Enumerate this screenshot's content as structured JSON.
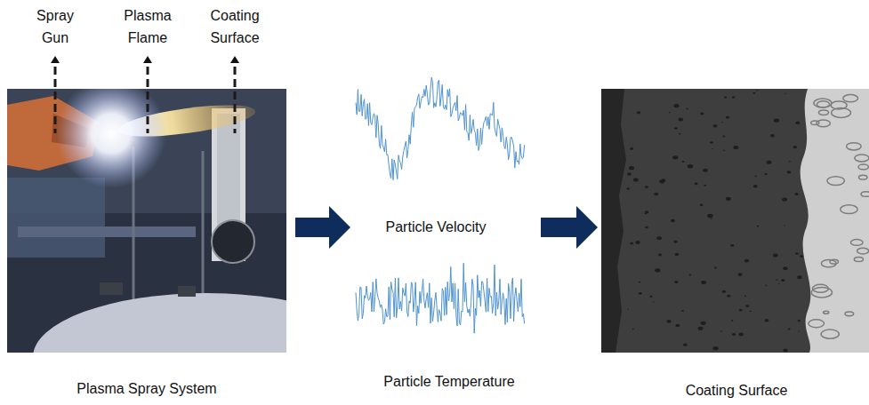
{
  "diagram": {
    "nodes": [
      {
        "text": [
          "Plasma Spray System"
        ]
      },
      {
        "text": [
          "Particle Velocity",
          "Particle Temperature"
        ]
      },
      {
        "text": [
          "Coating Surface"
        ]
      }
    ],
    "edges": [
      {
        "from": 0,
        "to": 1,
        "arrow": "to"
      },
      {
        "from": 1,
        "to": 2,
        "arrow": "to"
      }
    ],
    "labels": [
      "Spray Gun",
      "Plasma Flame",
      "Coating Surface"
    ]
  }
}
